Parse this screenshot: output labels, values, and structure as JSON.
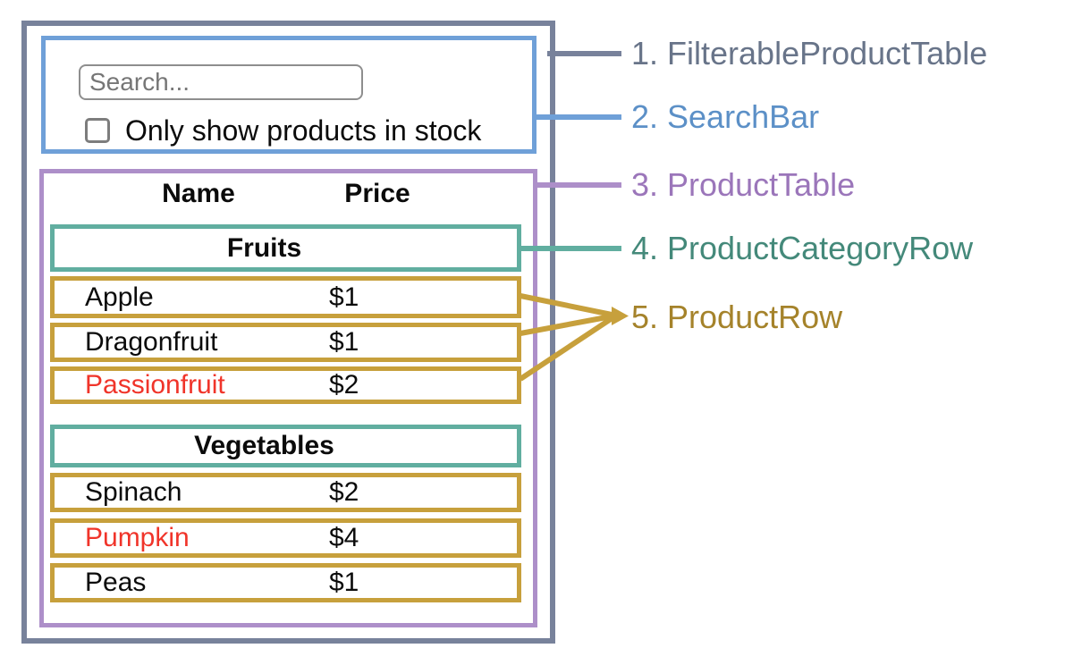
{
  "search_bar": {
    "placeholder": "Search...",
    "checkbox_label": "Only show products in stock",
    "checkbox_checked": false
  },
  "product_table": {
    "columns": {
      "name": "Name",
      "price": "Price"
    },
    "rows": [
      {
        "type": "category",
        "label": "Fruits"
      },
      {
        "type": "product",
        "name": "Apple",
        "price": "$1",
        "out_of_stock": false,
        "name_color": "#0B0B0B"
      },
      {
        "type": "product",
        "name": "Dragonfruit",
        "price": "$1",
        "out_of_stock": false,
        "name_color": "#0B0B0B"
      },
      {
        "type": "product",
        "name": "Passionfruit",
        "price": "$2",
        "out_of_stock": true,
        "name_color": "#F0342A"
      },
      {
        "type": "category",
        "label": "Vegetables"
      },
      {
        "type": "product",
        "name": "Spinach",
        "price": "$2",
        "out_of_stock": false,
        "name_color": "#0B0B0B"
      },
      {
        "type": "product",
        "name": "Pumpkin",
        "price": "$4",
        "out_of_stock": true,
        "name_color": "#F0342A"
      },
      {
        "type": "product",
        "name": "Peas",
        "price": "$1",
        "out_of_stock": false,
        "name_color": "#0B0B0B"
      }
    ]
  },
  "legend": [
    {
      "text": "1. FilterableProductTable",
      "color": "#687489"
    },
    {
      "text": "2. SearchBar",
      "color": "#5C90C7"
    },
    {
      "text": "3. ProductTable",
      "color": "#9B76BA"
    },
    {
      "text": "4. ProductCategoryRow",
      "color": "#44897A"
    },
    {
      "text": "5. ProductRow",
      "color": "#A5832B"
    }
  ],
  "colors": {
    "filterable_product_table_border": "#78829B",
    "search_bar_border": "#6FA0D8",
    "product_table_border": "#AD8FC9",
    "product_category_row_border": "#61AEA0",
    "product_row_border": "#C7A03C",
    "out_of_stock_text": "#F0342A",
    "background": "#FFFFFF"
  }
}
